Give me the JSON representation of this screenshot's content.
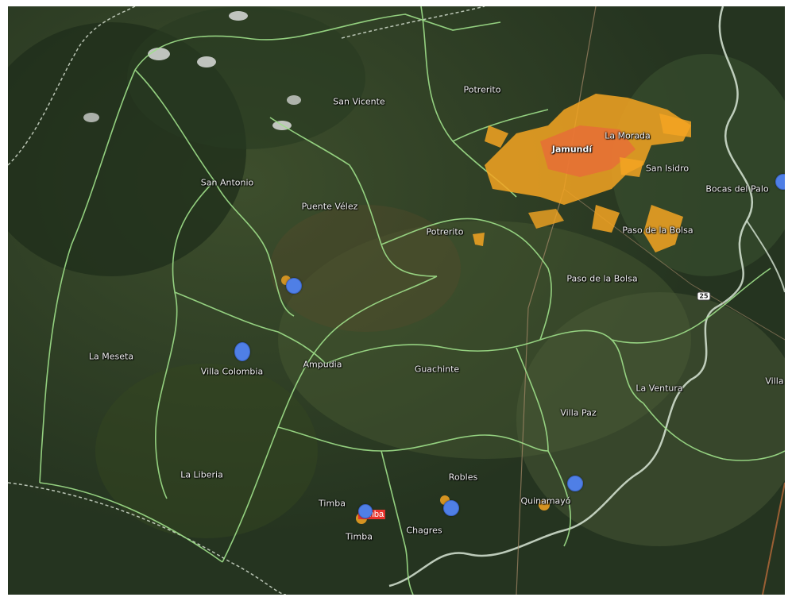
{
  "places": {
    "san_vicente": "San Vicente",
    "potrerito_top": "Potrerito",
    "jamundi": "Jamundí",
    "la_morada": "La Morada",
    "san_isidro": "San Isidro",
    "bocas_del_palo": "Bocas del Palo",
    "san_antonio": "San Antonio",
    "puente_velez": "Puente Vélez",
    "potrerito_mid": "Potrerito",
    "paso_de_la_bolsa_1": "Paso de la Bolsa",
    "paso_de_la_bolsa_2": "Paso de la Bolsa",
    "la_meseta": "La Meseta",
    "villa_colombia": "Villa Colombia",
    "ampudia": "Ampudia",
    "guachinte": "Guachinte",
    "la_ventura": "La Ventura",
    "villa_paz": "Villa Paz",
    "villa_edge": "Villa",
    "la_liberia": "La Liberia",
    "robles": "Robles",
    "quinamayo": "Quinamayó",
    "timbaq": "Timba",
    "chagres": "Chagres",
    "timba": "Timba"
  },
  "highlight_label": "Timba",
  "road_shield": "25",
  "colors": {
    "boundary": "#9fe08a",
    "urban": "#f4a522",
    "urban_core": "#e86a3a",
    "marker": "#4f7fe6",
    "river": "#d8e6d6"
  }
}
